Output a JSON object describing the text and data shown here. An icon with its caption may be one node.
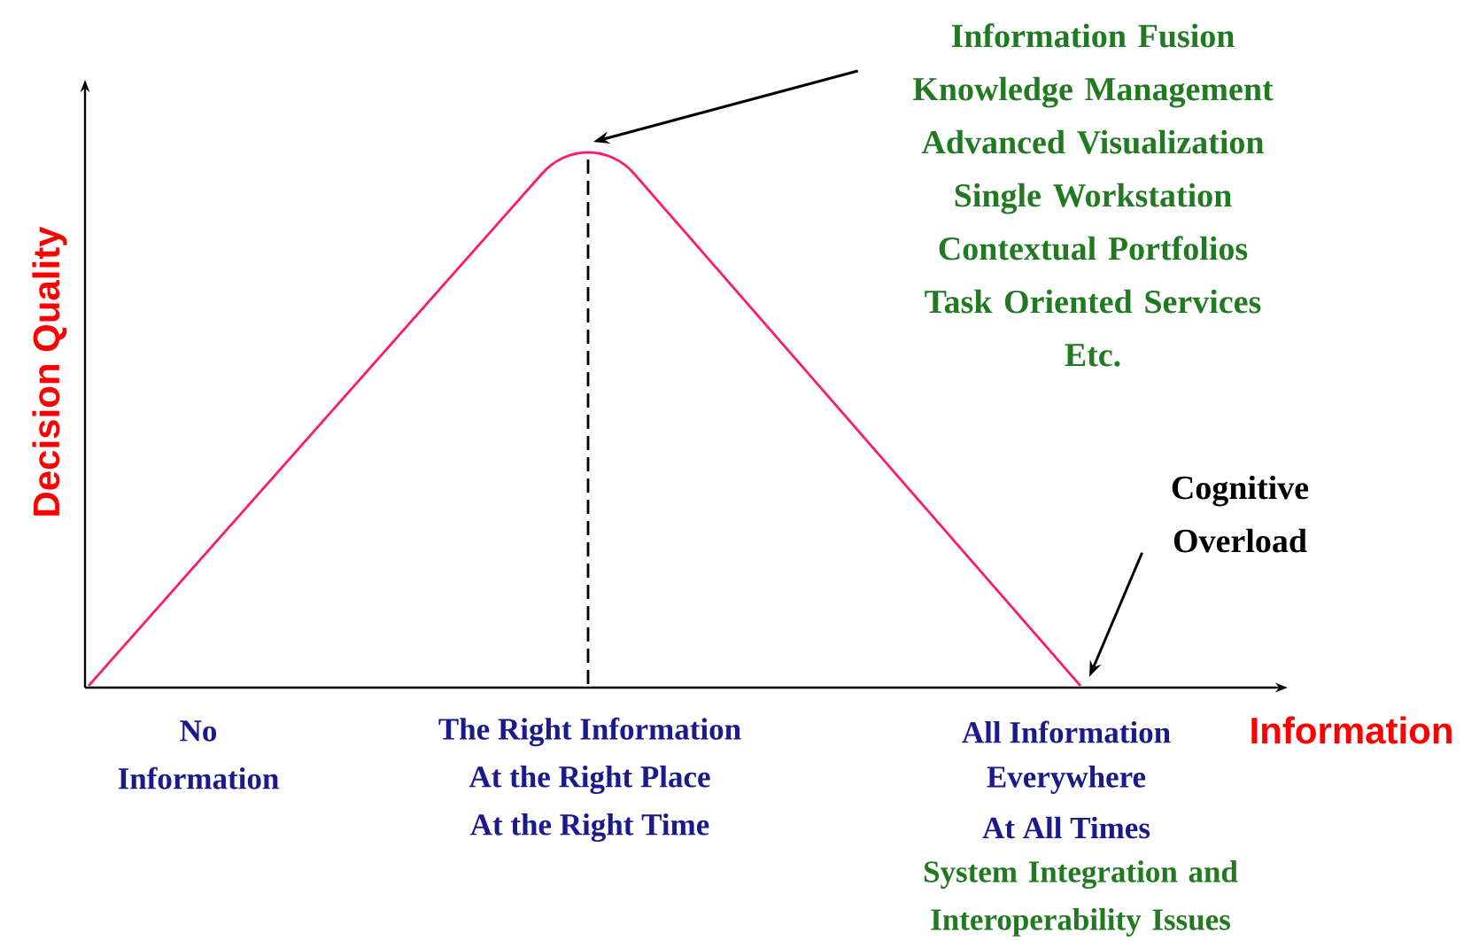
{
  "diagram": {
    "nodes": [
      {
        "text": [
          "Information Fusion",
          "Knowledge Management",
          "Advanced Visualization",
          "Single Workstation",
          "Contextual Portfolios",
          "Task Oriented Services",
          "Etc."
        ]
      },
      {
        "text": [
          "Cognitive Overload"
        ]
      }
    ],
    "edges": [
      {
        "from": 0,
        "to": null,
        "arrow": "to"
      },
      {
        "from": 1,
        "to": null,
        "arrow": "to"
      }
    ],
    "labels": [
      "Decision Quality",
      "Information",
      "No Information",
      "The Right Information",
      "At the Right Place",
      "At the Right Time",
      "All Information",
      "Everywhere",
      "At All Times",
      "System Integration and Interoperability Issues"
    ]
  }
}
